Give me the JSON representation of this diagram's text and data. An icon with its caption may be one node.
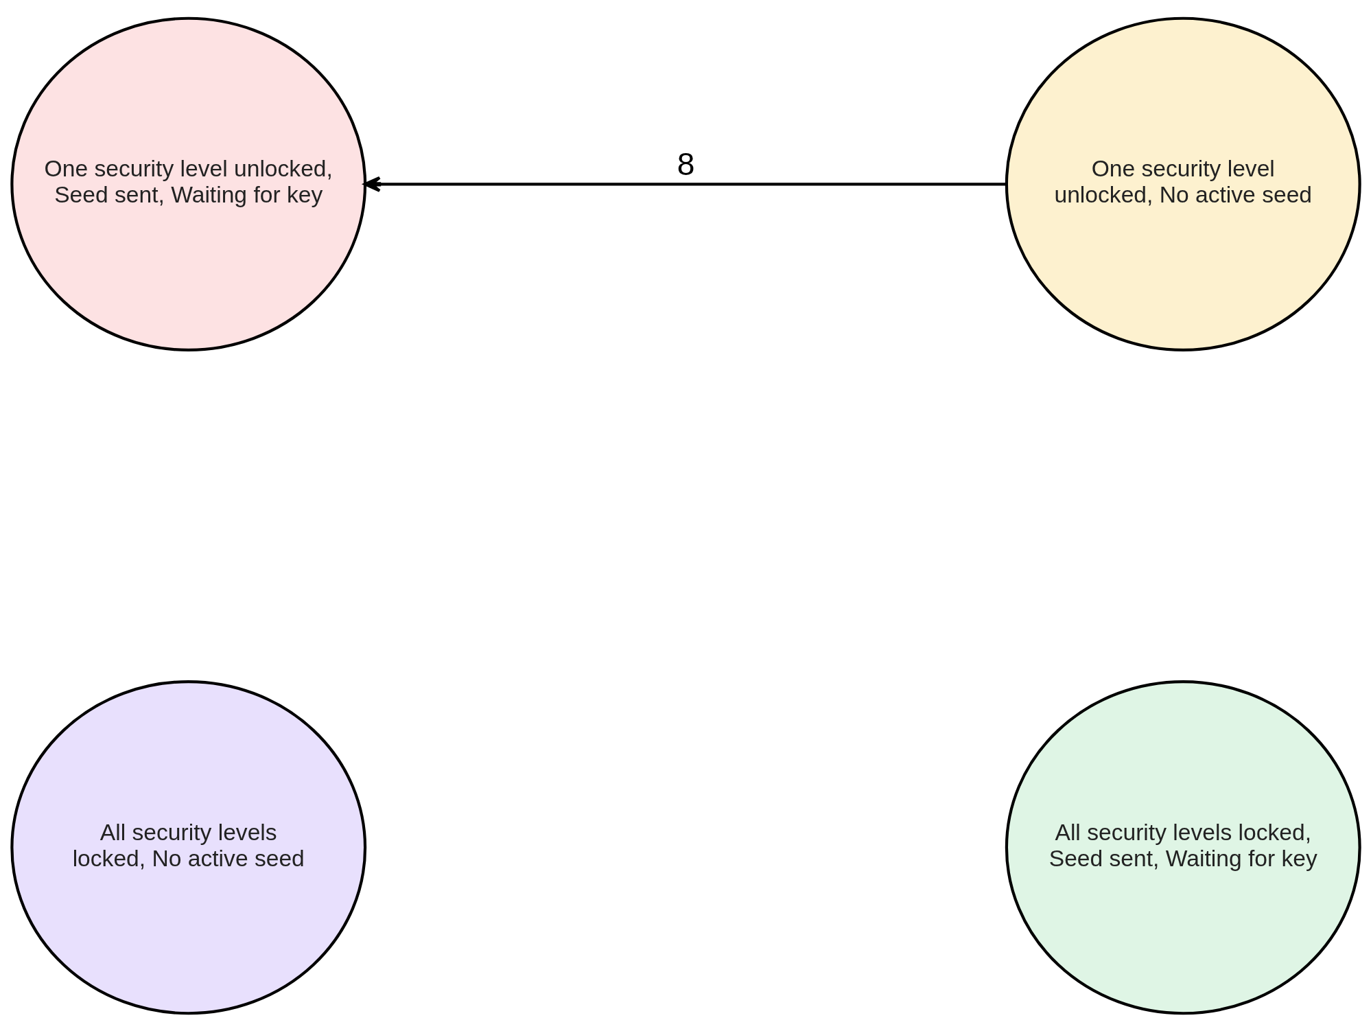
{
  "diagram": {
    "nodes": [
      {
        "text": [
          "All security levels locked, No active seed"
        ]
      },
      {
        "text": [
          "All security levels locked, Seed sent, Waiting for key"
        ]
      },
      {
        "text": [
          "One security level unlocked, Seed sent, Waiting for key"
        ]
      },
      {
        "text": [
          "One security level unlocked, No active seed"
        ]
      }
    ],
    "edges": [
      {
        "from": 3,
        "to": 2,
        "arrow": "to",
        "label": "8"
      }
    ]
  }
}
